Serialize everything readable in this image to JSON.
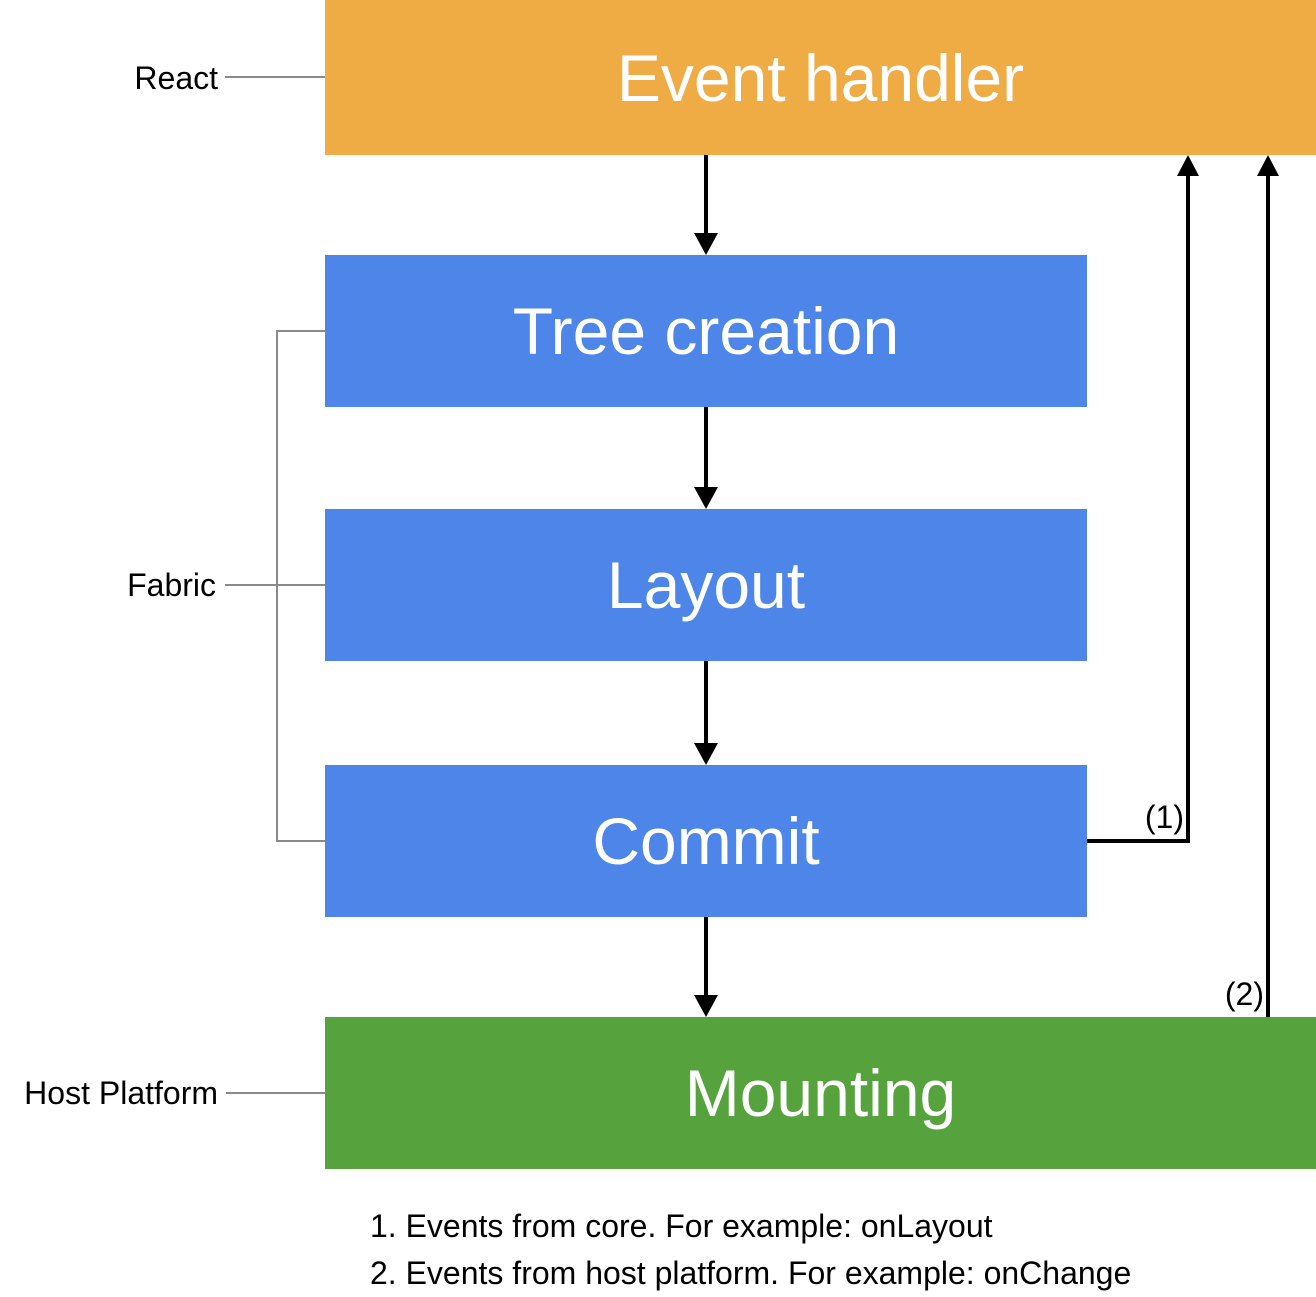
{
  "colors": {
    "react_box": "#EFAC44",
    "fabric_box": "#4D86E8",
    "host_platform_box": "#56A33D",
    "box_text": "#ffffff",
    "arrow": "#000000",
    "connector_line": "#8a8a8a",
    "background": "#ffffff"
  },
  "groups": {
    "react": {
      "label": "React"
    },
    "fabric": {
      "label": "Fabric"
    },
    "host_platform": {
      "label": "Host Platform"
    }
  },
  "nodes": {
    "event_handler": {
      "label": "Event handler",
      "group": "React",
      "color": "#EFAC44"
    },
    "tree_creation": {
      "label": "Tree creation",
      "group": "Fabric",
      "color": "#4D86E8"
    },
    "layout": {
      "label": "Layout",
      "group": "Fabric",
      "color": "#4D86E8"
    },
    "commit": {
      "label": "Commit",
      "group": "Fabric",
      "color": "#4D86E8"
    },
    "mounting": {
      "label": "Mounting",
      "group": "Host Platform",
      "color": "#56A33D"
    }
  },
  "edges": [
    {
      "from": "event_handler",
      "to": "tree_creation",
      "label": ""
    },
    {
      "from": "tree_creation",
      "to": "layout",
      "label": ""
    },
    {
      "from": "layout",
      "to": "commit",
      "label": ""
    },
    {
      "from": "commit",
      "to": "mounting",
      "label": ""
    },
    {
      "from": "commit",
      "to": "event_handler",
      "label": "(1)"
    },
    {
      "from": "mounting",
      "to": "event_handler",
      "label": "(2)"
    }
  ],
  "notes": [
    "1. Events from core. For example: onLayout",
    "2. Events from host platform. For example: onChange"
  ]
}
